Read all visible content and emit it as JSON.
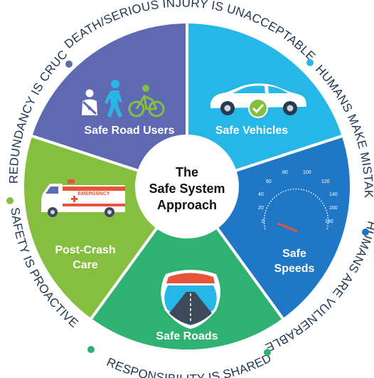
{
  "center": {
    "lines": [
      "The",
      "Safe System",
      "Approach"
    ]
  },
  "segments": {
    "road_users": {
      "label": "Safe Road Users",
      "color": "#5e69b2",
      "icon": "pedestrian-cyclist-seatbelt-icons"
    },
    "vehicles": {
      "label": "Safe Vehicles",
      "color": "#27b7e6",
      "icon": "car-checkmark-icon"
    },
    "speeds": {
      "label_1": "Safe",
      "label_2": "Speeds",
      "color": "#1f77c6",
      "icon": "speedometer-icon"
    },
    "roads": {
      "label": "Safe Roads",
      "color": "#2fb172",
      "icon": "highway-shield-icon"
    },
    "post_crash": {
      "label_1": "Post-Crash",
      "label_2": "Care",
      "color": "#86bf40",
      "icon": "ambulance-icon",
      "ambulance_text": "EMERGENCY"
    }
  },
  "gauge": {
    "ticks": [
      "0",
      "20",
      "40",
      "60",
      "80",
      "100",
      "120",
      "140",
      "160",
      "180"
    ]
  },
  "principles": {
    "death_injury": "DEATH/SERIOUS INJURY IS UNACCEPTABLE",
    "humans_mistakes": "HUMANS MAKE MISTAKES",
    "humans_vulnerable": "HUMANS ARE VULNERABLE",
    "responsibility": "RESPONSIBILITY IS SHARED",
    "safety_proactive": "SAFETY IS PROACTIVE",
    "redundancy": "REDUNDANCY IS CRUCIAL"
  },
  "colors": {
    "ring_text": "#1d3553",
    "ring_bg": "#ffffff",
    "center_bg": "#ffffff"
  }
}
